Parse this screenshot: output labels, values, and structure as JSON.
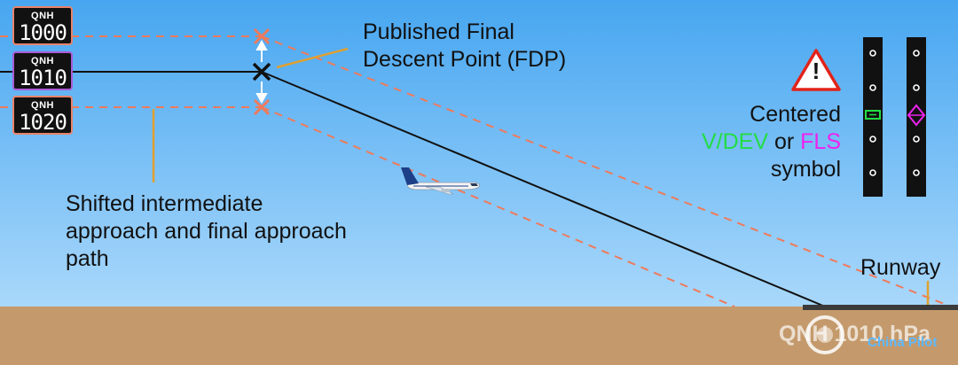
{
  "qnh_boxes": [
    {
      "title": "QNH",
      "value": "1000",
      "border": "#e8836b"
    },
    {
      "title": "QNH",
      "value": "1010",
      "border": "#a95bd6"
    },
    {
      "title": "QNH",
      "value": "1020",
      "border": "#e8836b"
    }
  ],
  "labels": {
    "fdp_line1": "Published Final",
    "fdp_line2": "Descent Point (FDP)",
    "shifted_line1": "Shifted intermediate",
    "shifted_line2": "approach and final approach",
    "shifted_line3": "path",
    "centered": "Centered",
    "vdev": "V/DEV",
    "or": " or ",
    "fls": "FLS",
    "symbol": "symbol",
    "runway": "Runway",
    "warning_mark": "!"
  },
  "watermark": {
    "text": "QNH 1010 hPa",
    "brand": "China Pilot"
  },
  "colors": {
    "sky_top": "#47a6f0",
    "sky_bottom": "#a9d8fb",
    "ground": "#c49a6c",
    "shifted_path": "#ef7a5a",
    "nominal_path": "#111111",
    "leader_line": "#e0a030",
    "vdev": "#22dd44",
    "fls": "#ee22ee",
    "warning_border": "#e2231a"
  }
}
